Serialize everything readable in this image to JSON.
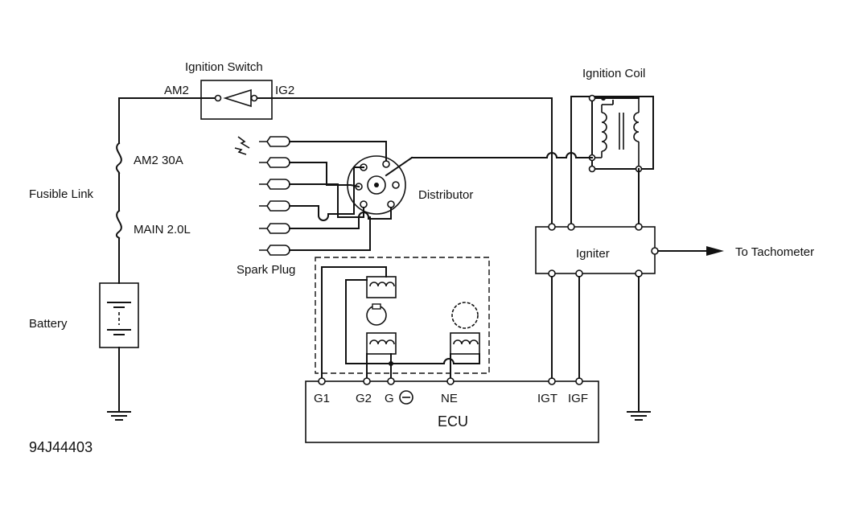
{
  "labels": {
    "ignition_switch": "Ignition Switch",
    "am2": "AM2",
    "ig2": "IG2",
    "ignition_coil": "Ignition Coil",
    "fuse_am2": "AM2 30A",
    "fusible_link": "Fusible Link",
    "fuse_main": "MAIN 2.0L",
    "battery": "Battery",
    "distributor": "Distributor",
    "spark_plug": "Spark Plug",
    "igniter": "Igniter",
    "to_tachometer": "To Tachometer",
    "ecu": "ECU",
    "pin_g1": "G1",
    "pin_g2": "G2",
    "pin_g": "G",
    "pin_ne": "NE",
    "pin_igt": "IGT",
    "pin_igf": "IGF",
    "figure_id": "94J44403"
  }
}
